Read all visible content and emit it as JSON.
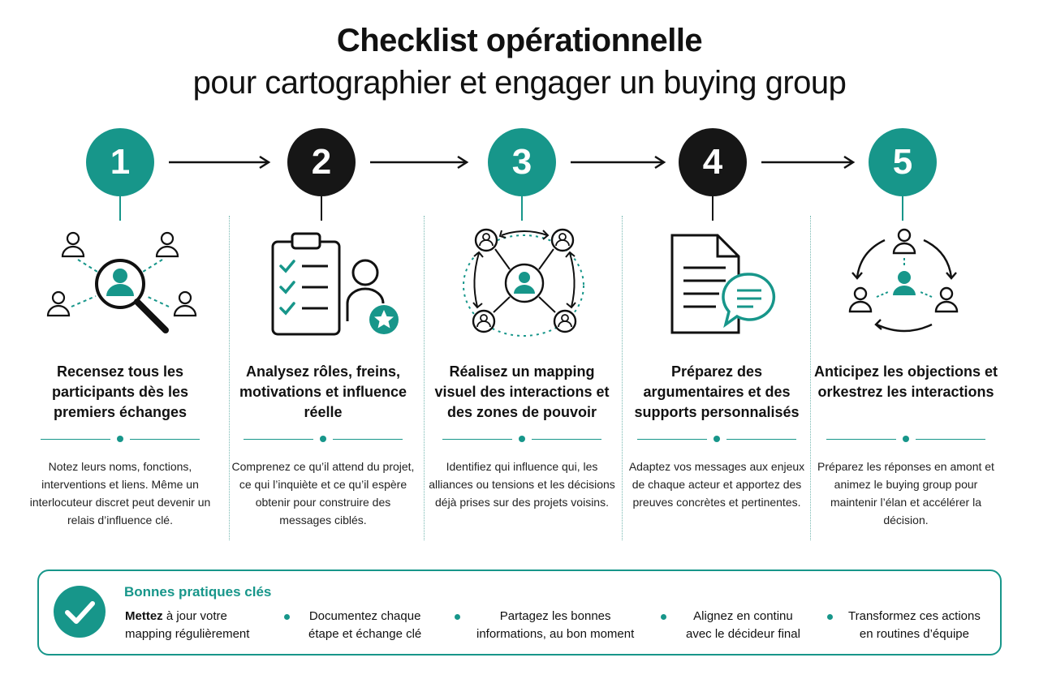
{
  "title": {
    "line1": "Checklist opérationnelle",
    "line2": "pour cartographier et engager un buying group"
  },
  "steps": [
    {
      "number": "1",
      "title": "Recensez tous les participants dès les premiers échanges",
      "description": "Notez leurs noms, fonctions, interventions et liens. Même un interlocuteur discret peut devenir un relais d’influence clé.",
      "icon": "people-search-icon"
    },
    {
      "number": "2",
      "title": "Analysez rôles, freins, motivations et influence réelle",
      "description": "Comprenez ce qu’il attend du projet, ce qui l’inquiète et ce qu’il espère obtenir pour construire des messages ciblés.",
      "icon": "clipboard-profile-icon"
    },
    {
      "number": "3",
      "title": "Réalisez un mapping visuel des interactions et des zones de pouvoir",
      "description": "Identifiez qui influence qui, les alliances ou tensions et les décisions déjà prises sur des projets voisins.",
      "icon": "network-map-icon"
    },
    {
      "number": "4",
      "title": "Préparez des argumentaires et des supports personnalisés",
      "description": "Adaptez vos messages aux enjeux de chaque acteur et apportez des preuves concrètes et pertinentes.",
      "icon": "document-chat-icon"
    },
    {
      "number": "5",
      "title": "Anticipez les objections et orkestrez les interactions",
      "description": "Préparez les réponses en amont et animez le buying group pour maintenir l’élan et accélérer la décision.",
      "icon": "group-cycle-icon"
    }
  ],
  "best_practices": {
    "title": "Bonnes pratiques clés",
    "items": [
      {
        "bold": "Mettez",
        "rest_line1": " à jour votre",
        "line2": "mapping régulièrement"
      },
      {
        "line1": "Documentez chaque",
        "line2": "étape et échange clé"
      },
      {
        "line1": "Partagez les bonnes",
        "line2": "informations, au bon moment"
      },
      {
        "line1": "Alignez en continu",
        "line2": "avec le décideur final"
      },
      {
        "line1": "Transformez ces actions",
        "line2": "en routines d’équipe"
      }
    ]
  },
  "colors": {
    "accent": "#17968a",
    "dark": "#161616",
    "text": "#111111"
  }
}
